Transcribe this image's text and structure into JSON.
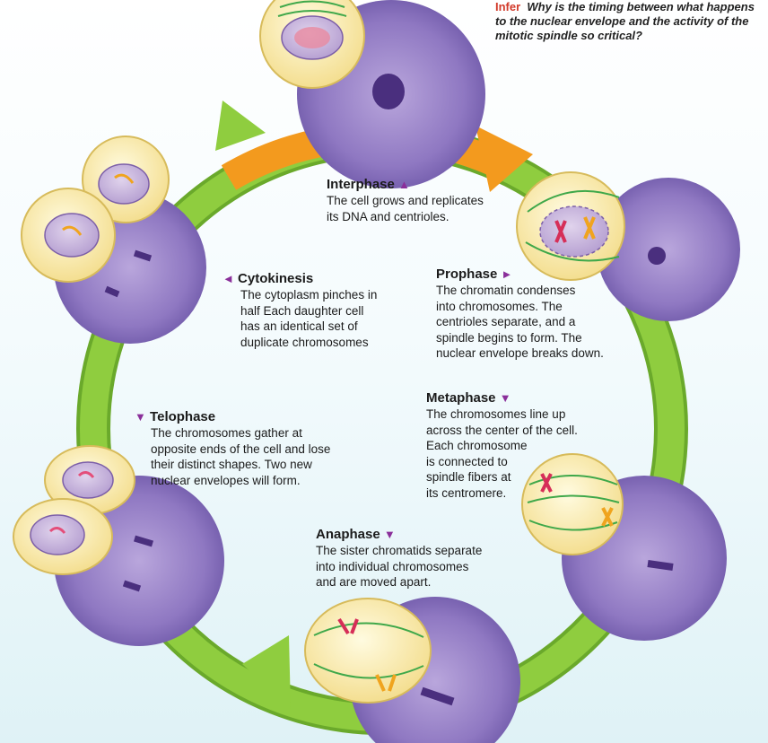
{
  "infer": {
    "label": "Infer",
    "question": "Why is the timing between what happens to the nuclear envelope and the activity of the mitotic spindle so critical?"
  },
  "phases": {
    "interphase": {
      "title": "Interphase",
      "arrow": "▲",
      "lines": [
        "The cell grows and replicates",
        "its DNA and centrioles."
      ]
    },
    "prophase": {
      "title": "Prophase",
      "arrow": "►",
      "lines": [
        "The chromatin condenses",
        "into chromosomes. The",
        "centrioles separate, and a",
        "spindle begins to form. The",
        "nuclear envelope breaks down."
      ]
    },
    "metaphase": {
      "title": "Metaphase",
      "arrow": "▼",
      "lines": [
        "The chromosomes line up",
        "across the center of the cell.",
        "Each chromosome",
        "is connected to",
        "spindle fibers at",
        "its centromere."
      ]
    },
    "anaphase": {
      "title": "Anaphase",
      "arrow": "▼",
      "lines": [
        "The sister chromatids separate",
        "into individual chromosomes",
        "and are moved apart."
      ]
    },
    "telophase": {
      "title": "Telophase",
      "arrow": "▼",
      "lines": [
        "The chromosomes gather at",
        "opposite ends of the cell and lose",
        "their distinct shapes. Two new",
        "nuclear envelopes will form."
      ]
    },
    "cytokinesis": {
      "title": "Cytokinesis",
      "arrow": "◄",
      "lines": [
        "The cytoplasm pinches in",
        "half  Each daughter cell",
        "has an identical set of",
        "duplicate chromosomes"
      ]
    }
  },
  "colors": {
    "cycle_green": "#86c53a",
    "interphase_orange": "#f39a1e",
    "cell_yellow": "#f8eca5",
    "micrograph_purple": "#9c86c9",
    "nucleus_lavender": "#c9b6dc",
    "spindle_green": "#3fa84a",
    "arrow_purple": "#8a2f9a",
    "infer_red": "#d23a2a"
  }
}
